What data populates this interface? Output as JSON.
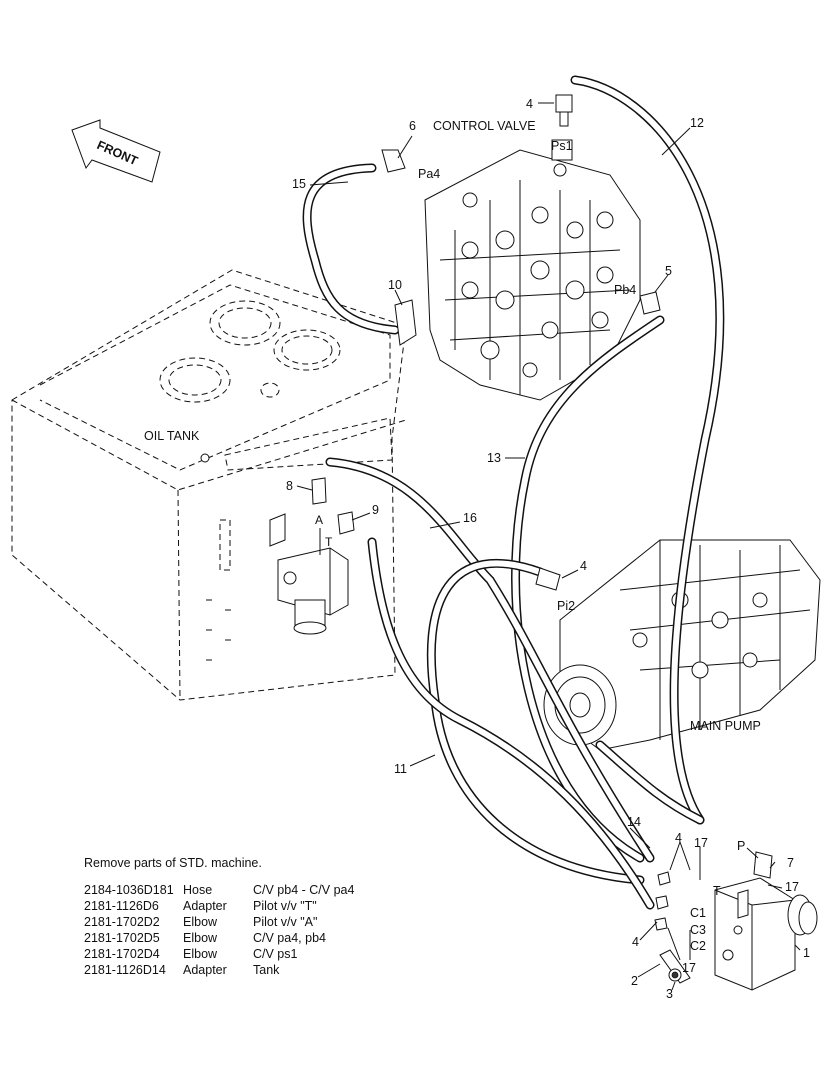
{
  "labels": {
    "front": "FRONT",
    "control_valve": "CONTROL VALVE",
    "oil_tank": "OIL TANK",
    "main_pump": "MAIN PUMP",
    "port_ps1": "Ps1",
    "port_pa4": "Pa4",
    "port_pb4": "Pb4",
    "port_pi2": "Pi2",
    "port_a": "A",
    "port_t_tank": "T",
    "port_p": "P",
    "port_t": "T",
    "port_c1": "C1",
    "port_c2": "C2",
    "port_c3": "C3"
  },
  "callouts": {
    "n1": "1",
    "n2": "2",
    "n3": "3",
    "n4_top": "4",
    "n4_mid": "4",
    "n4_right": "4",
    "n4_bottom": "4",
    "n5": "5",
    "n6": "6",
    "n7": "7",
    "n8": "8",
    "n9": "9",
    "n10": "10",
    "n11": "11",
    "n12": "12",
    "n13": "13",
    "n14": "14",
    "n15": "15",
    "n16": "16",
    "n17_a": "17",
    "n17_b": "17",
    "n17_c": "17"
  },
  "notes": {
    "title": "Remove parts of STD. machine.",
    "rows": [
      {
        "part": "2184-1036D181",
        "name": "Hose",
        "desc": "C/V pb4 - C/V pa4"
      },
      {
        "part": "2181-1126D6",
        "name": "Adapter",
        "desc": "Pilot v/v \"T\""
      },
      {
        "part": "2181-1702D2",
        "name": "Elbow",
        "desc": "Pilot v/v \"A\""
      },
      {
        "part": "2181-1702D5",
        "name": "Elbow",
        "desc": "C/V  pa4, pb4"
      },
      {
        "part": "2181-1702D4",
        "name": "Elbow",
        "desc": "C/V ps1"
      },
      {
        "part": "2181-1126D14",
        "name": "Adapter",
        "desc": " Tank"
      }
    ]
  }
}
